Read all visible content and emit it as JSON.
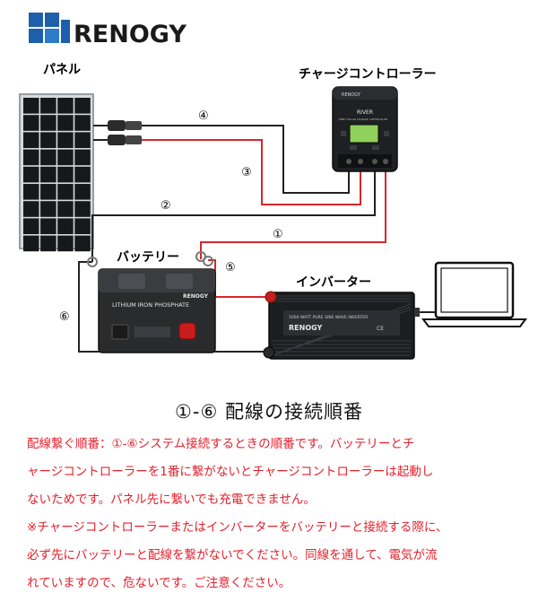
{
  "brand": {
    "name": "RENOGY",
    "color": "#1d5fab"
  },
  "labels": {
    "panel": "パネル",
    "charge_controller": "チャージコントローラー",
    "battery": "バッテリー",
    "inverter": "インバーター"
  },
  "devices": {
    "controller_model": "RIVER",
    "controller_subtitle": "MPPT SOLAR CHARGE CONTROLLER",
    "battery_line1": "LITHIUM IRON PHOSPHATE",
    "battery_brand": "RENOGY",
    "inverter_brand": "RENOGY",
    "inverter_model": "1000 WATT PURE SINE WAVE INVERTER",
    "inverter_mark": "CE"
  },
  "wiring_steps": [
    "①",
    "②",
    "③",
    "④",
    "⑤",
    "⑥"
  ],
  "caption": "①-⑥ 配線の接続順番",
  "notes": [
    "配線繋ぐ順番：①-⑥システム接続するときの順番です。バッテリーとチ",
    "ャージコントローラーを1番に繋がないとチャージコントローラーは起動し",
    "ないためです。パネル先に繋いでも充電できません。",
    "※チャージコントローラーまたはインバーターをバッテリーと接続する際に、",
    "必ず先にバッテリーと配線を繋がないでください。同線を通して、電気が流",
    "れていますので、危ないです。ご注意ください。"
  ],
  "colors": {
    "note_red": "#e4202c",
    "wire_red": "#d8262a",
    "wire_black": "#222222"
  }
}
